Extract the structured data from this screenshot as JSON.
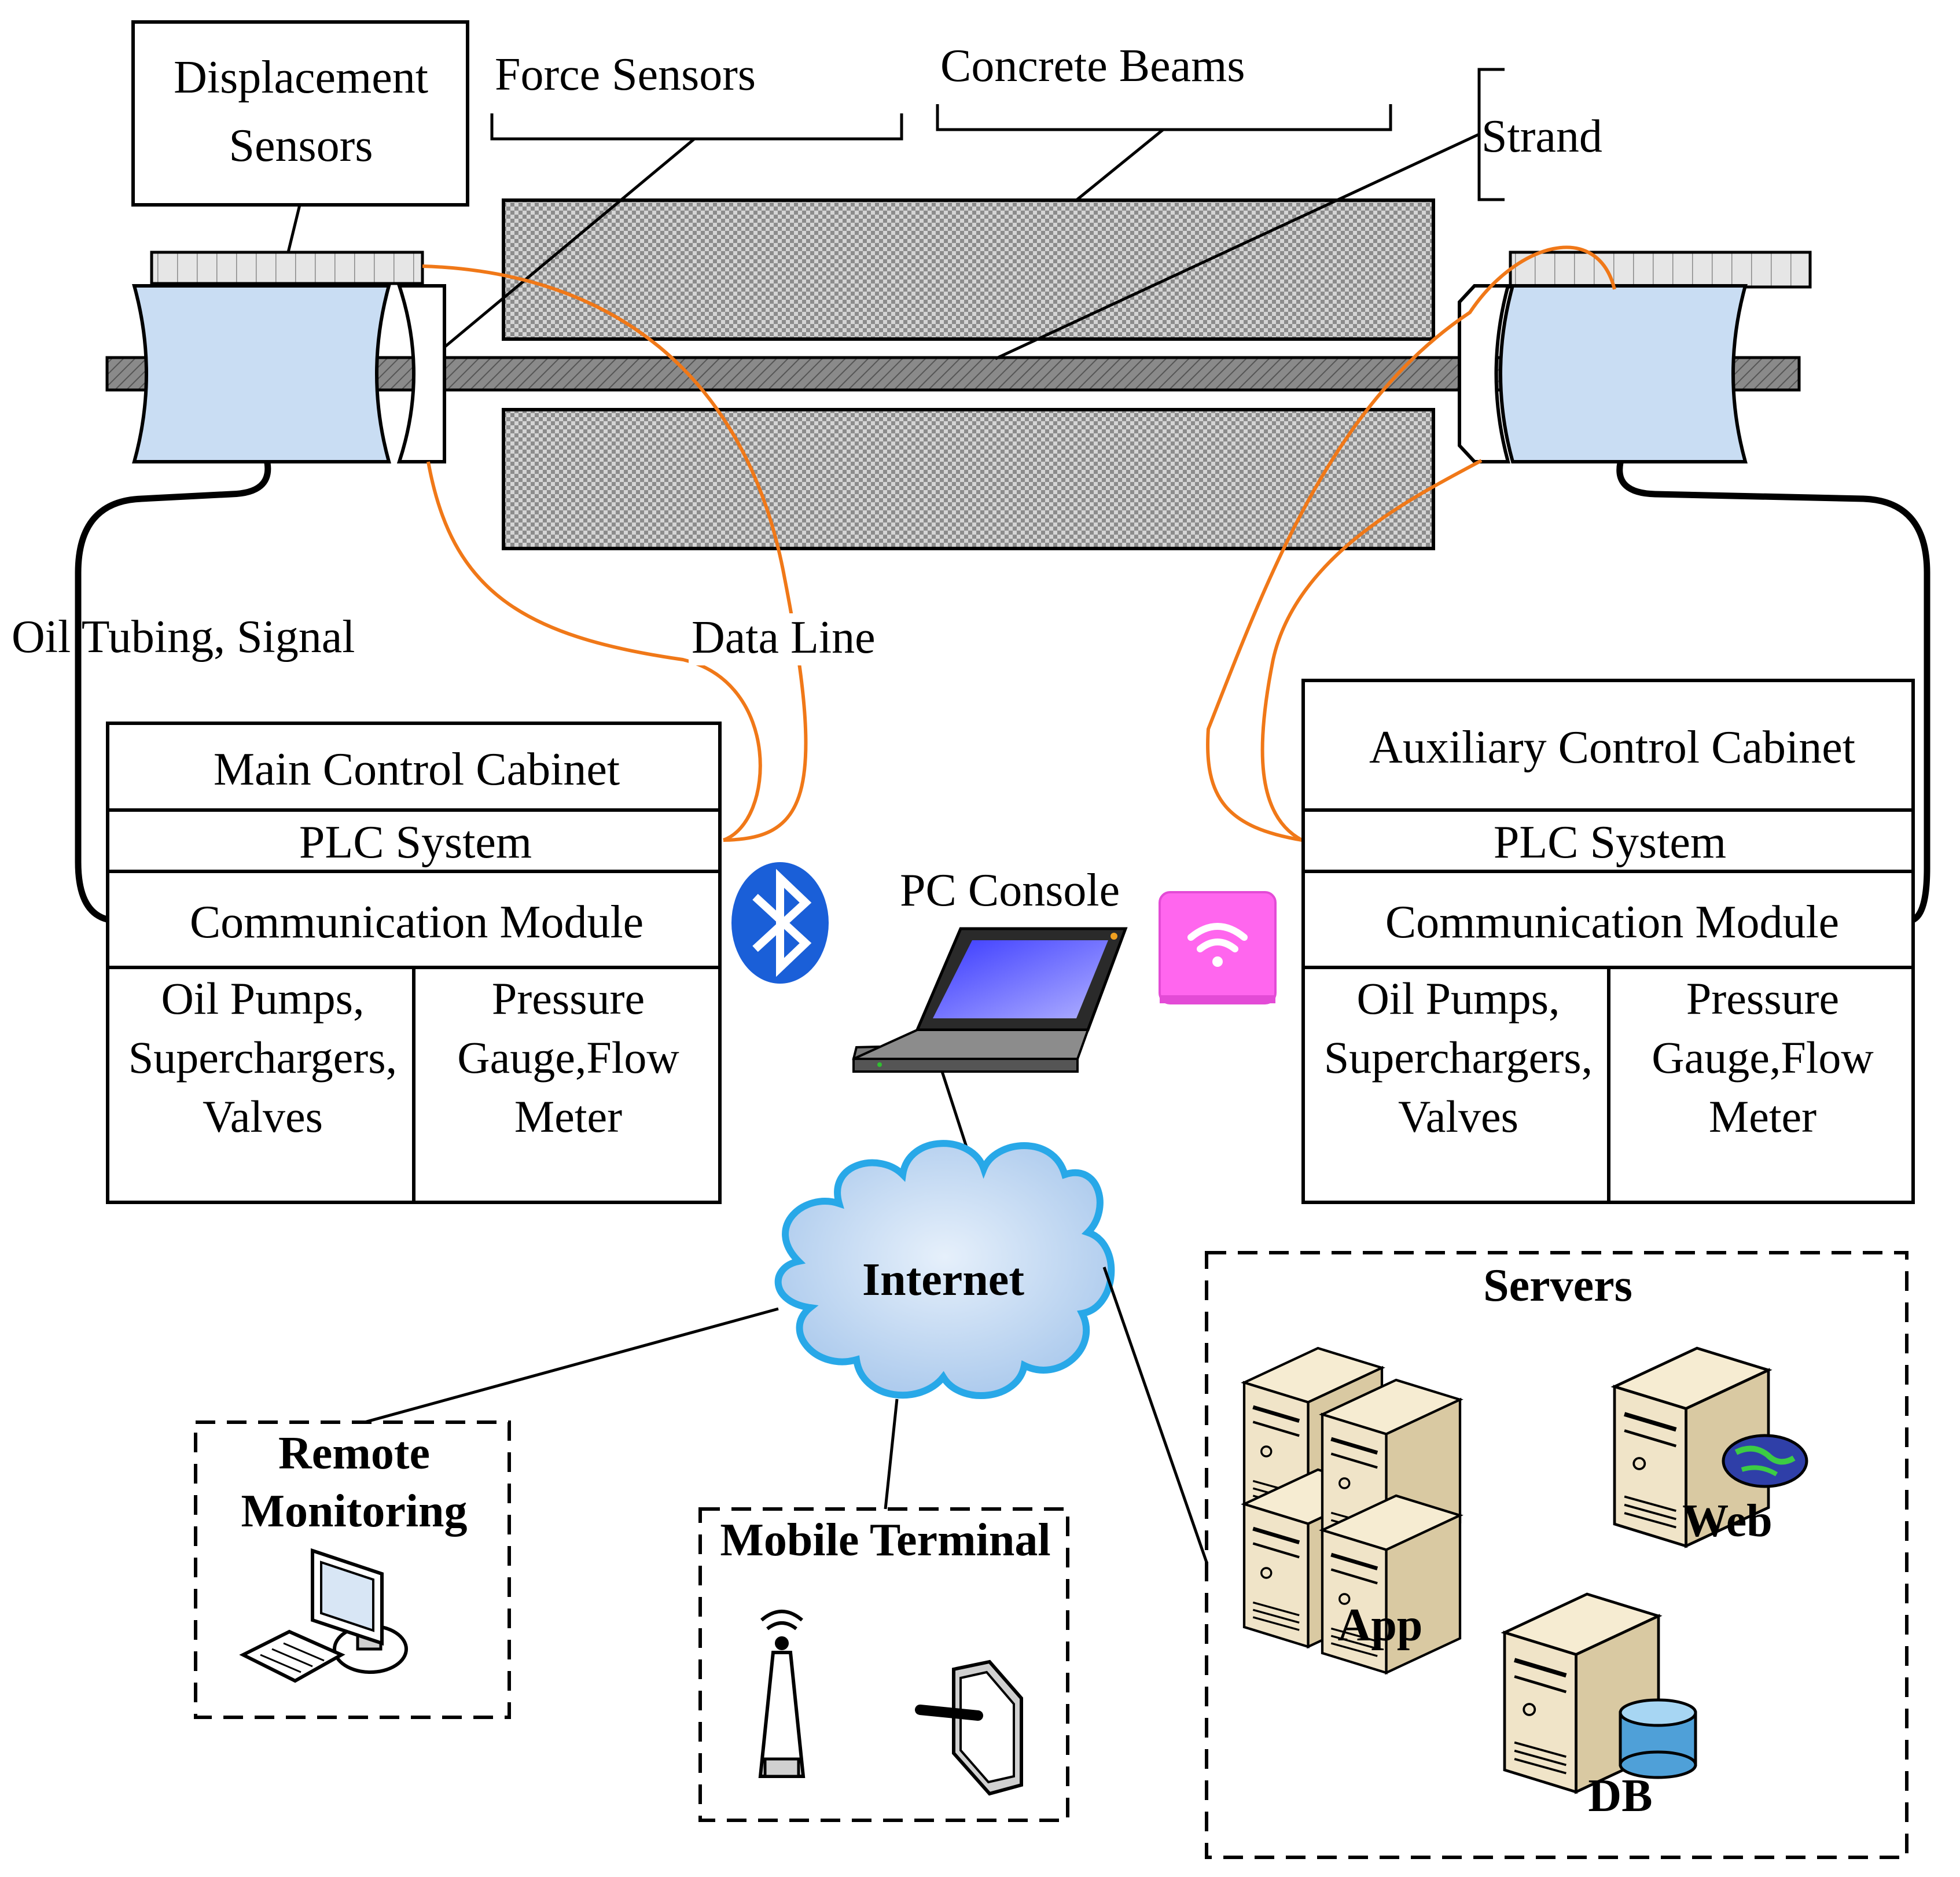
{
  "labels": {
    "displacement_sensors": [
      "Displacement",
      "Sensors"
    ],
    "force_sensors": "Force Sensors",
    "concrete_beams": "Concrete Beams",
    "strand": "Strand",
    "oil_tubing": "Oil Tubing, Signal",
    "data_line": "Data Line",
    "pc_console": "PC Console",
    "internet": "Internet",
    "servers": "Servers",
    "app": "App",
    "web": "Web",
    "db": "DB",
    "remote_monitoring": [
      "Remote",
      "Monitoring"
    ],
    "mobile_terminal": "Mobile Terminal"
  },
  "main_cabinet": {
    "title": "Main Control Cabinet",
    "plc": "PLC System",
    "comm": "Communication Module",
    "left_cell": [
      "Oil Pumps,",
      "Superchargers,",
      "Valves"
    ],
    "right_cell": [
      "Pressure",
      "Gauge,Flow",
      "Meter"
    ]
  },
  "aux_cabinet": {
    "title": "Auxiliary Control Cabinet",
    "plc": "PLC System",
    "comm": "Communication Module",
    "left_cell": [
      "Oil Pumps,",
      "Superchargers,",
      "Valves"
    ],
    "right_cell": [
      "Pressure",
      "Gauge,Flow",
      "Meter"
    ]
  },
  "colors": {
    "data_line": "#f07818",
    "jack_fill": "#c9ddf3",
    "bluetooth": "#1a5fd8",
    "wifi": "#ff66ee",
    "cloud": "#c8dcf2",
    "server_body": "#efe2c4"
  },
  "icons": [
    "bluetooth-icon",
    "wifi-icon",
    "laptop-icon",
    "cloud-icon",
    "server-icon",
    "globe-icon",
    "database-icon",
    "desktop-computer-icon",
    "antenna-icon",
    "tablet-icon"
  ]
}
